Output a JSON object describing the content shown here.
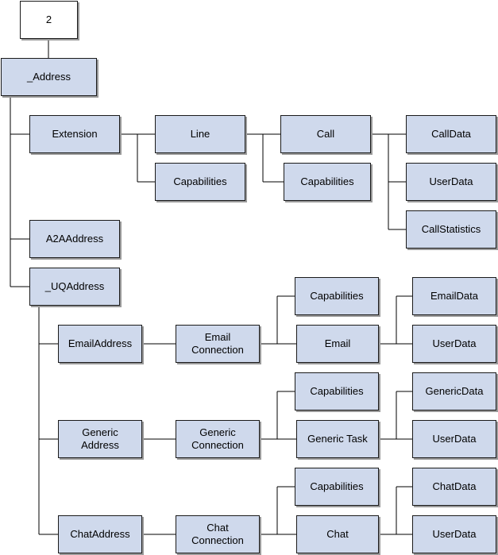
{
  "root": {
    "label": "2"
  },
  "address": {
    "label": "_Address"
  },
  "extension_branch": {
    "extension": "Extension",
    "line": "Line",
    "line_capabilities": "Capabilities",
    "call": "Call",
    "call_capabilities": "Capabilities",
    "call_data": "CallData",
    "user_data": "UserData",
    "call_statistics": "CallStatistics"
  },
  "a2a_address": {
    "label": "A2AAddress"
  },
  "uq_address": {
    "label": "_UQAddress"
  },
  "email_branch": {
    "address": "EmailAddress",
    "connection": "Email\nConnection",
    "capabilities": "Capabilities",
    "task": "Email",
    "data": "EmailData",
    "user_data": "UserData"
  },
  "generic_branch": {
    "address": "Generic\nAddress",
    "connection": "Generic\nConnection",
    "capabilities": "Capabilities",
    "task": "Generic Task",
    "data": "GenericData",
    "user_data": "UserData"
  },
  "chat_branch": {
    "address": "ChatAddress",
    "connection": "Chat\nConnection",
    "capabilities": "Capabilities",
    "task": "Chat",
    "data": "ChatData",
    "user_data": "UserData"
  }
}
